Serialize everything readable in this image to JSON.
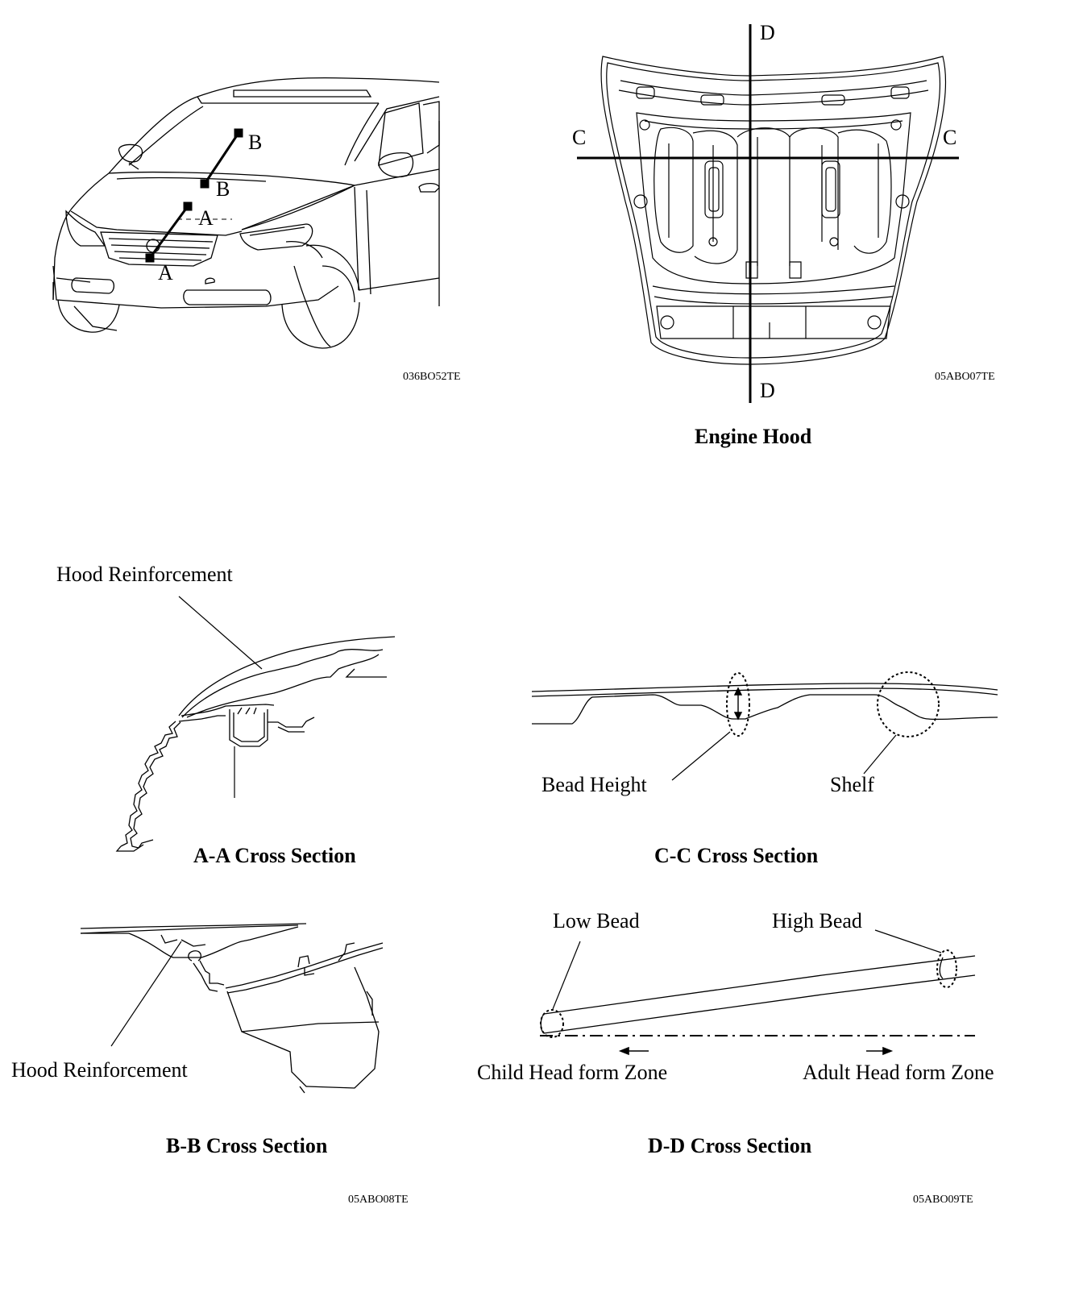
{
  "figures": {
    "car": {
      "section_letters": {
        "a_top": "A",
        "a_bottom": "A",
        "b_top": "B",
        "b_bottom": "B"
      },
      "code": "036BO52TE"
    },
    "hood": {
      "section_letters": {
        "c_left": "C",
        "c_right": "C",
        "d_top": "D",
        "d_bottom": "D"
      },
      "code": "05ABO07TE",
      "caption": "Engine Hood"
    },
    "section_aa": {
      "label": "Hood Reinforcement",
      "caption": "A-A Cross Section"
    },
    "section_cc": {
      "labels": {
        "bead_height": "Bead Height",
        "shelf": "Shelf"
      },
      "caption": "C-C Cross Section"
    },
    "section_bb": {
      "label": "Hood Reinforcement",
      "caption": "B-B Cross Section",
      "code": "05ABO08TE"
    },
    "section_dd": {
      "labels": {
        "low_bead": "Low Bead",
        "high_bead": "High Bead",
        "child_zone": "Child Head form Zone",
        "adult_zone": "Adult Head form Zone"
      },
      "caption": "D-D Cross Section",
      "code": "05ABO09TE"
    }
  }
}
